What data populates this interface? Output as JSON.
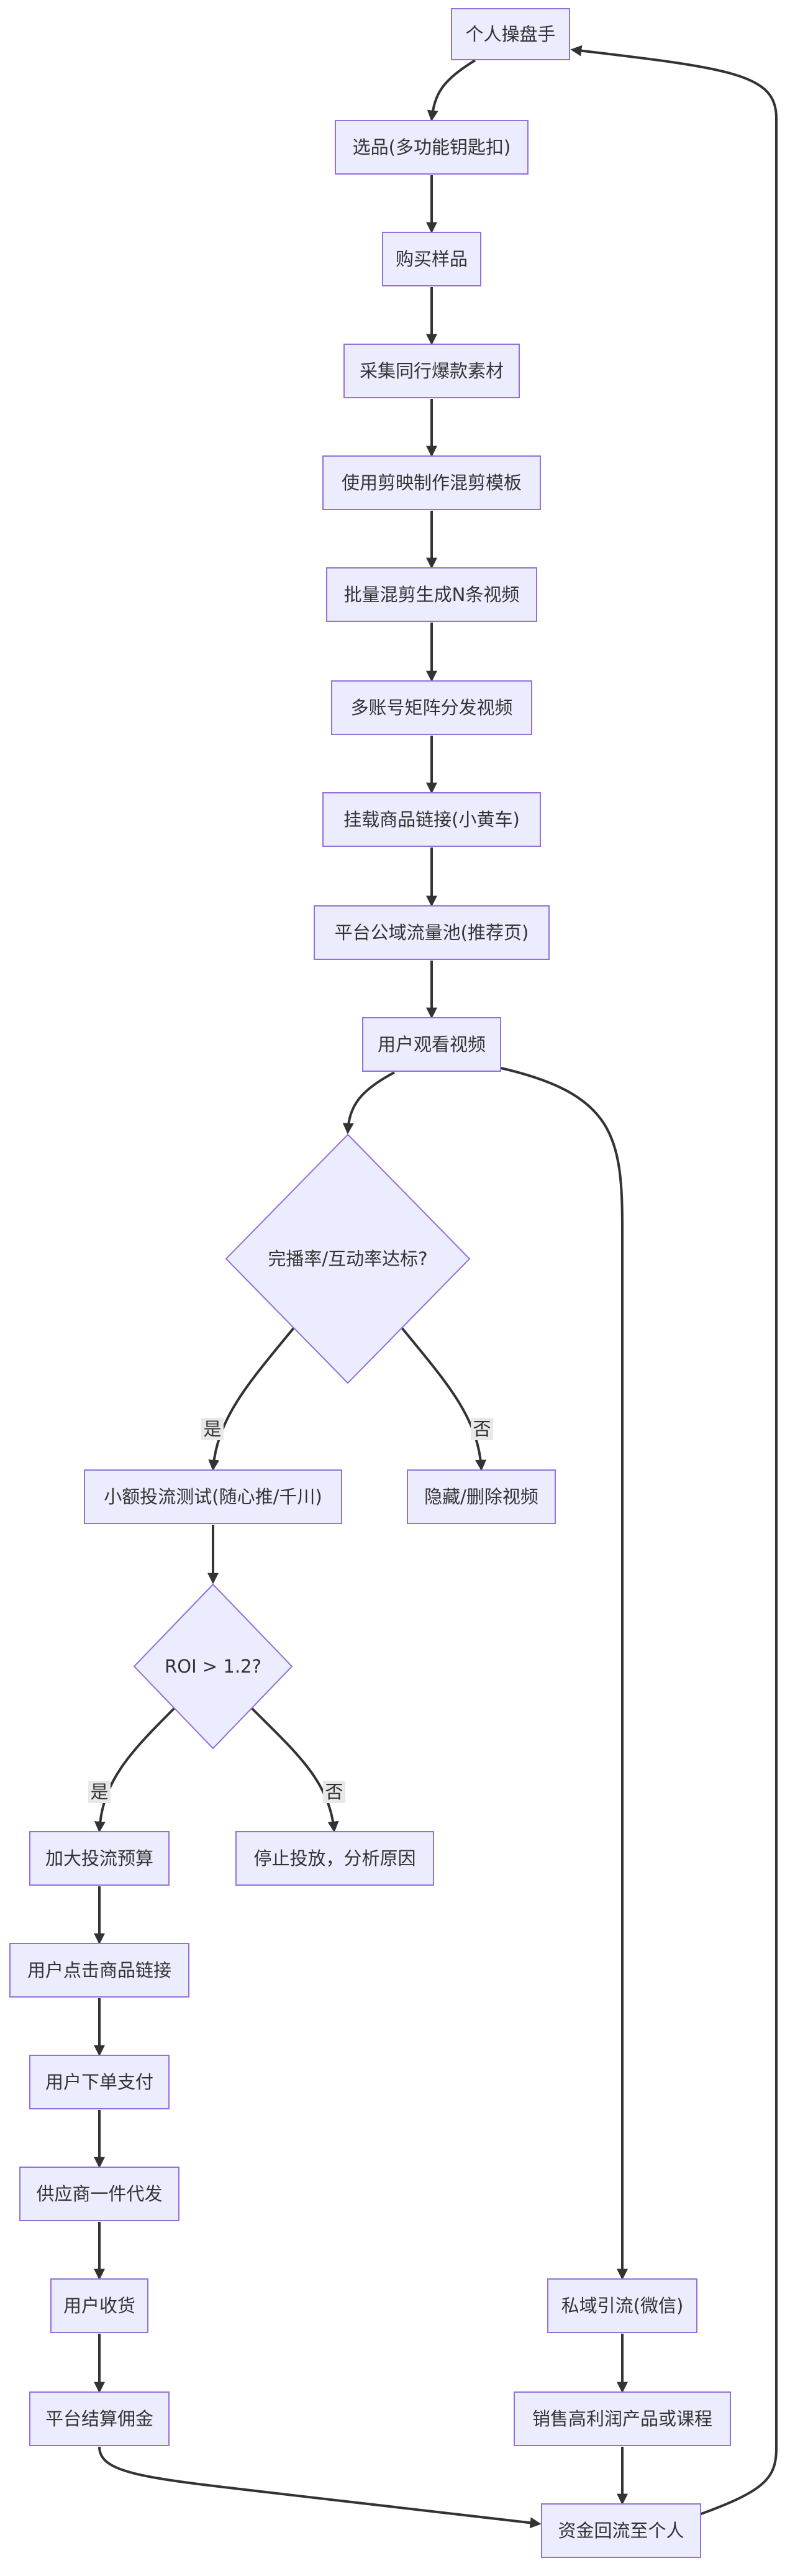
{
  "nodes": {
    "trader": "个人操盘手",
    "select": "选品(多功能钥匙扣)",
    "sample": "购买样品",
    "collect": "采集同行爆款素材",
    "template": "使用剪映制作混剪模板",
    "batch": "批量混剪生成N条视频",
    "matrix": "多账号矩阵分发视频",
    "cart": "挂载商品链接(小黄车)",
    "pool": "平台公域流量池(推荐页)",
    "watch": "用户观看视频",
    "check_rate": "完播率/互动率达标?",
    "small_test": "小额投流测试(随心推/千川)",
    "hide": "隐藏/删除视频",
    "check_roi": "ROI > 1.2?",
    "increase": "加大投流预算",
    "stop": "停止投放，分析原因",
    "click": "用户点击商品链接",
    "pay": "用户下单支付",
    "supplier": "供应商一件代发",
    "receive": "用户收货",
    "commission": "平台结算佣金",
    "private": "私域引流(微信)",
    "sell": "销售高利润产品或课程",
    "fund": "资金回流至个人"
  },
  "edge_labels": {
    "yes": "是",
    "no": "否"
  },
  "colors": {
    "node_fill": "#ECECFF",
    "node_stroke": "#9370DB",
    "edge": "#333333",
    "text": "#333333"
  }
}
